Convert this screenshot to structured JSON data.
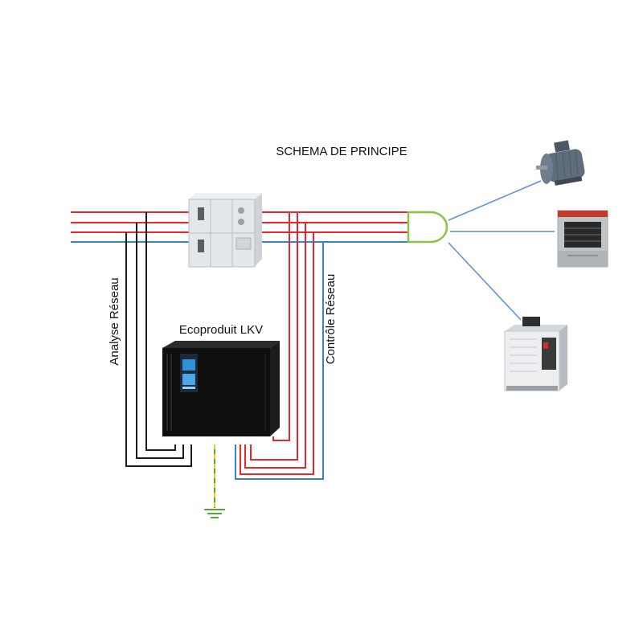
{
  "title": "SCHEMA DE PRINCIPE",
  "labels": {
    "analyse": "Analyse Réseau",
    "controle": "Contrôle Réseau",
    "device": "Ecoproduit LKV"
  },
  "colors": {
    "phase_red": "#e8262b",
    "neutral_blue": "#3b7fd0",
    "signal_black": "#1a1a1a",
    "ground_green": "#5aa43b",
    "ground_yellow": "#e2d21a",
    "branch_blue": "#5d8fcf",
    "junction_green": "#8bc34a"
  },
  "components": {
    "switchboard": "electrical-switchboard-icon",
    "device": "ecoproduit-lkv-cabinet-icon",
    "motor": "electric-motor-icon",
    "oven": "industrial-oven-icon",
    "chiller": "chiller-unit-icon",
    "junction": "load-junction-icon",
    "ground": "ground-symbol-icon"
  }
}
